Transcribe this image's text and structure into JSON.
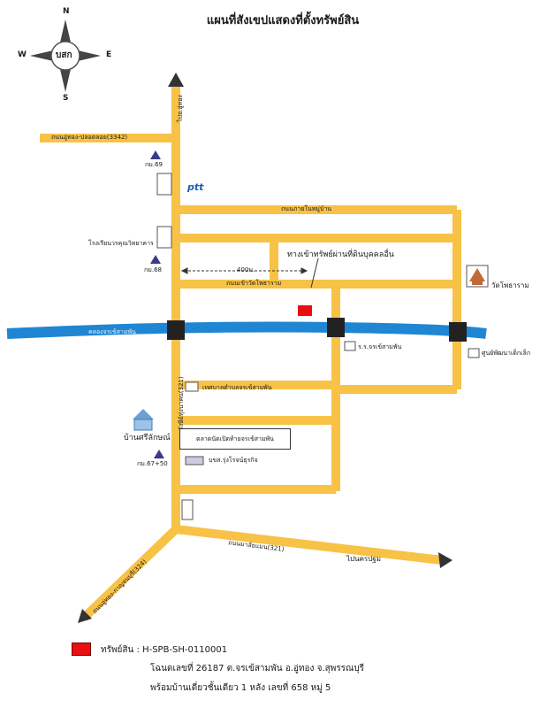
{
  "title": "แผนที่สังเขปแสดงที่ตั้งทรัพย์สิน",
  "compass": {
    "n": "N",
    "s": "S",
    "e": "E",
    "w": "W",
    "logo": "บสก"
  },
  "roads": {
    "top_left": "ถนนอู่ทอง-ปลอดลอย(3342)",
    "vertical_top": "ไปอ.อู่ทอง",
    "inner_top": "ถนนภายในหมู่บ้าน",
    "temple_road": "ถนนเข้าวัดโพธาราม",
    "canal": "คลองจรเข้สามพัน",
    "vertical_main": "ถนนรังษีย์ทุ่งนาคน(321)",
    "bottom_road": "ถนนมาลัยแมน(321)",
    "bottom_diag": "ถนนอู่ทอง-กาญจนบุรี(324)",
    "to_nakhon": "ไปนครปฐม"
  },
  "places": {
    "km69": "กม.69",
    "school": "โรงเรียนวรคุณวิทยาคาร",
    "km68": "กม.68",
    "ptt": "ptt",
    "distance": "400ม.",
    "callout": "ทางเข้าทรัพย์ผ่านที่ดินบุคคลอื่น",
    "temple": "วัดโพธาราม",
    "police": "ร.ร.จรเข้สามพัน",
    "health": "ศูนย์พัฒนาเด็กเล็ก",
    "municipal": "เทศบาลตำบลจรเข้สามพัน",
    "ban_sri": "บ้านศรีลักษณ์",
    "km67": "กม.67+50",
    "market": "ตลาดนัดเปิดท้ายจรเข้สามพัน",
    "bus": "บขส.รุ่งโรจน์ธุรกิจ"
  },
  "legend": {
    "label": "ทรัพย์สิน : H-SPB-SH-0110001",
    "line1": "โฉนดเลขที่ 26187 ต.จรเข้สามพัน อ.อู่ทอง จ.สุพรรณบุรี",
    "line2": "พร้อมบ้านเดี่ยวชั้นเดียว 1 หลัง เลขที่ 658 หมู่ 5"
  },
  "colors": {
    "road": "#f7c246",
    "canal": "#1f86d3",
    "property": "#e81010",
    "triangle": "#3b3a86"
  }
}
